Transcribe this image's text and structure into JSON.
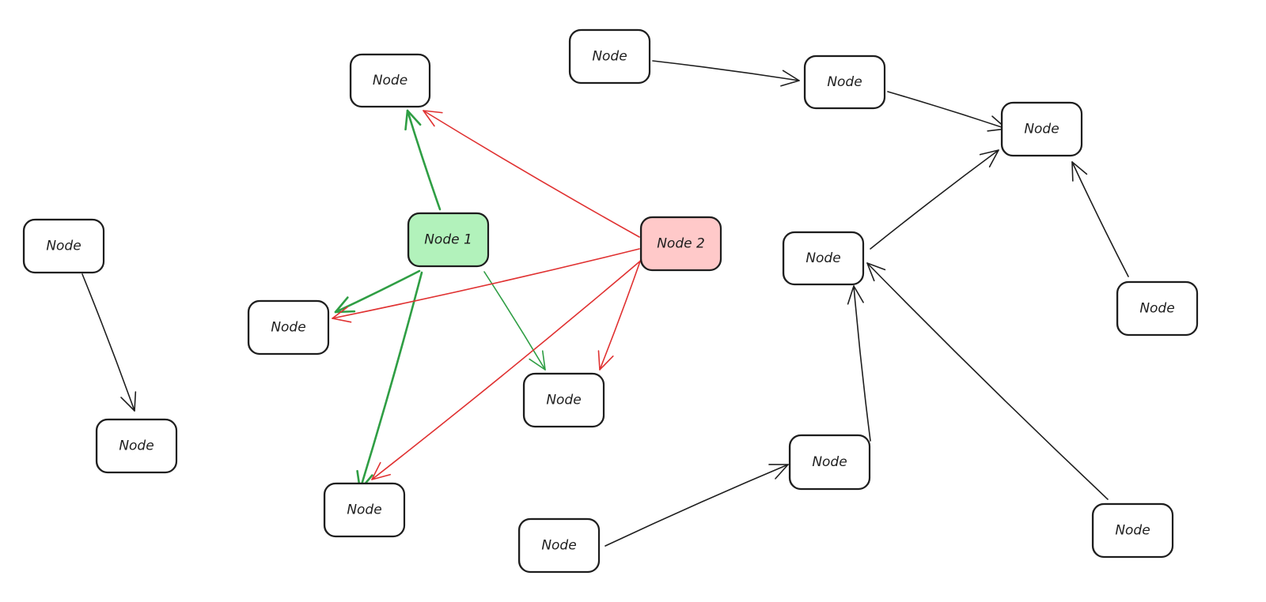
{
  "diagram": {
    "colors": {
      "stroke_default": "#1e1e1e",
      "fill_default": "#ffffff",
      "green_fill": "#b2f2bb",
      "green_stroke": "#2f9e44",
      "red_fill": "#ffc9c9",
      "red_stroke": "#e03131"
    },
    "nodes": [
      {
        "id": "n-top-center",
        "label": "Node",
        "fill": "fill_default"
      },
      {
        "id": "node-1",
        "label": "Node 1",
        "fill": "green_fill"
      },
      {
        "id": "node-2",
        "label": "Node 2",
        "fill": "red_fill"
      },
      {
        "id": "n-left-mid",
        "label": "Node",
        "fill": "fill_default"
      },
      {
        "id": "n-center-low",
        "label": "Node",
        "fill": "fill_default"
      },
      {
        "id": "n-bottom-center",
        "label": "Node",
        "fill": "fill_default"
      },
      {
        "id": "n-far-left-top",
        "label": "Node",
        "fill": "fill_default"
      },
      {
        "id": "n-far-left-bottom",
        "label": "Node",
        "fill": "fill_default"
      },
      {
        "id": "n-top-a",
        "label": "Node",
        "fill": "fill_default"
      },
      {
        "id": "n-top-b",
        "label": "Node",
        "fill": "fill_default"
      },
      {
        "id": "n-hub",
        "label": "Node",
        "fill": "fill_default"
      },
      {
        "id": "n-right-mid",
        "label": "Node",
        "fill": "fill_default"
      },
      {
        "id": "n-far-right",
        "label": "Node",
        "fill": "fill_default"
      },
      {
        "id": "n-lower-mid",
        "label": "Node",
        "fill": "fill_default"
      },
      {
        "id": "n-bottom-left2",
        "label": "Node",
        "fill": "fill_default"
      },
      {
        "id": "n-bottom-right",
        "label": "Node",
        "fill": "fill_default"
      }
    ],
    "edges": [
      {
        "from": "node-1",
        "to": "n-top-center",
        "color": "green_stroke",
        "bold": true
      },
      {
        "from": "node-1",
        "to": "n-left-mid",
        "color": "green_stroke",
        "bold": true
      },
      {
        "from": "node-1",
        "to": "n-bottom-center",
        "color": "green_stroke",
        "bold": true
      },
      {
        "from": "node-1",
        "to": "n-center-low",
        "color": "green_stroke",
        "bold": false
      },
      {
        "from": "node-2",
        "to": "n-top-center",
        "color": "red_stroke",
        "bold": false
      },
      {
        "from": "node-2",
        "to": "n-left-mid",
        "color": "red_stroke",
        "bold": false
      },
      {
        "from": "node-2",
        "to": "n-bottom-center",
        "color": "red_stroke",
        "bold": false
      },
      {
        "from": "node-2",
        "to": "n-center-low",
        "color": "red_stroke",
        "bold": false
      },
      {
        "from": "n-far-left-top",
        "to": "n-far-left-bottom",
        "color": "stroke_default",
        "bold": false
      },
      {
        "from": "n-top-a",
        "to": "n-top-b",
        "color": "stroke_default",
        "bold": false
      },
      {
        "from": "n-top-b",
        "to": "n-hub",
        "color": "stroke_default",
        "bold": false
      },
      {
        "from": "n-right-mid",
        "to": "n-hub",
        "color": "stroke_default",
        "bold": false
      },
      {
        "from": "n-far-right",
        "to": "n-hub",
        "color": "stroke_default",
        "bold": false
      },
      {
        "from": "n-lower-mid",
        "to": "n-right-mid",
        "color": "stroke_default",
        "bold": false
      },
      {
        "from": "n-bottom-right",
        "to": "n-right-mid",
        "color": "stroke_default",
        "bold": false
      },
      {
        "from": "n-bottom-left2",
        "to": "n-lower-mid",
        "color": "stroke_default",
        "bold": false
      }
    ]
  }
}
